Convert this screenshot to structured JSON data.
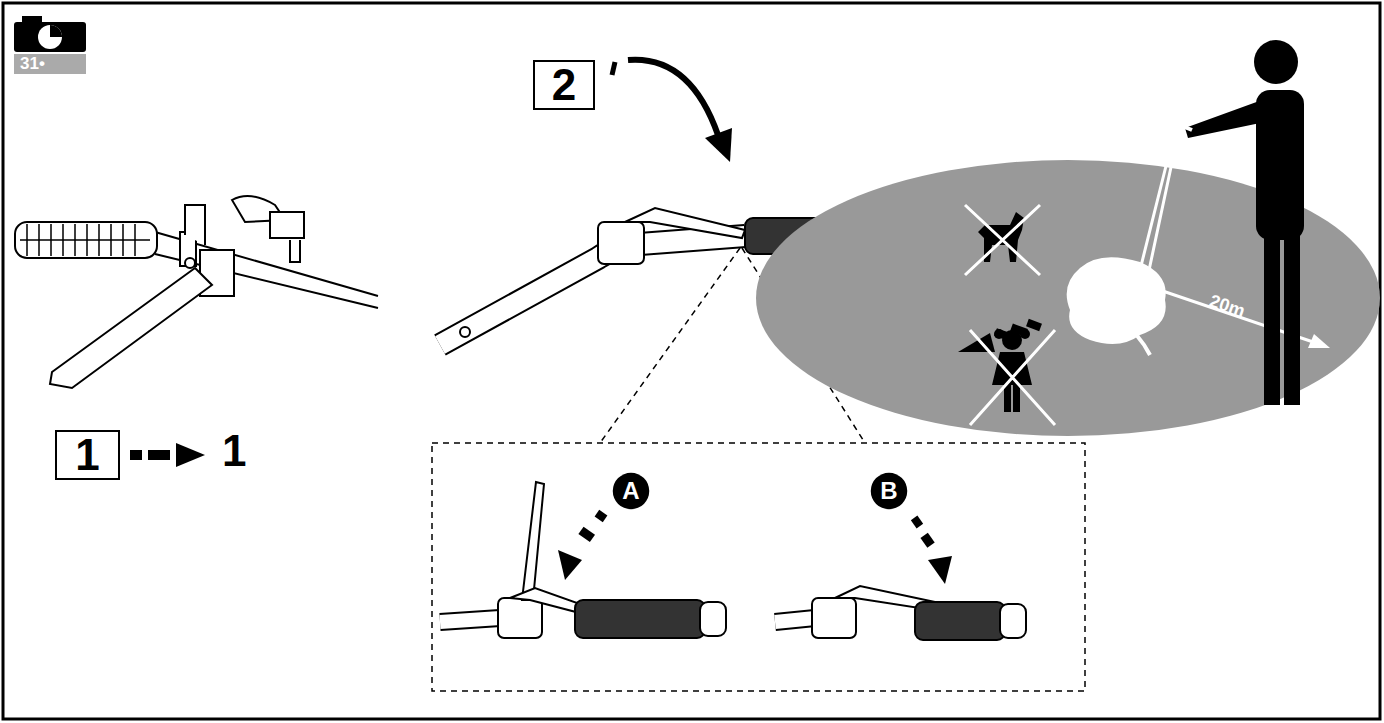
{
  "diagram": {
    "nodes": [
      {
        "text": [
          "2"
        ]
      },
      {
        "text": [
          "1"
        ]
      },
      {
        "text": [
          "A"
        ]
      },
      {
        "text": [
          "B"
        ]
      }
    ],
    "labels": [
      "31•",
      "1",
      "20m"
    ]
  }
}
